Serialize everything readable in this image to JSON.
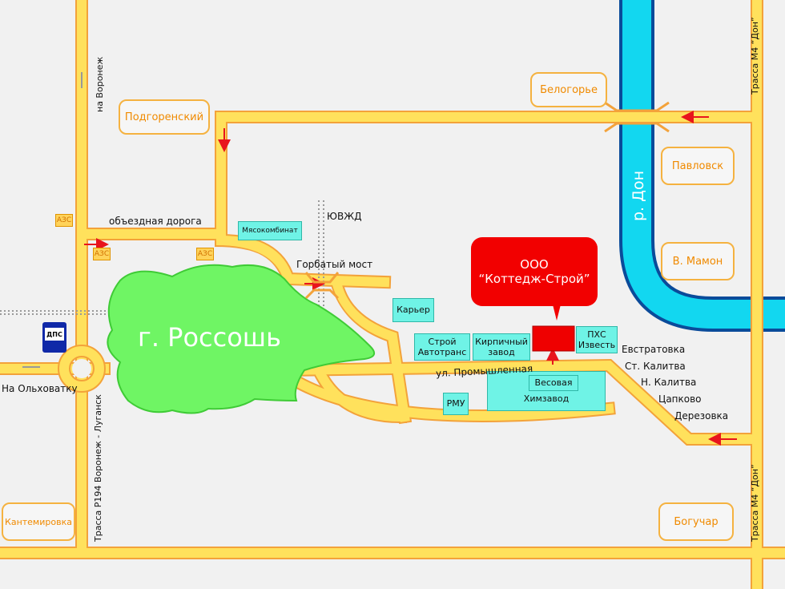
{
  "map": {
    "city": "г. Россошь",
    "company": {
      "line1": "ООО",
      "line2": "“Коттедж-Строй”"
    },
    "towns": {
      "podgorensky": "Подгоренский",
      "belogorye": "Белогорье",
      "pavlovsk": "Павловск",
      "v_mamon": "В. Мамон",
      "kantemirovka": "Кантемировка",
      "boguchar": "Богучар"
    },
    "facilities": {
      "myasokombinat": "Мясокомбинат",
      "karyer": "Карьер",
      "stroy_avtotrans": "Строй\nАвтотранс",
      "kirpichny_zavod": "Кирпичный\nзавод",
      "phs_izvest": "ПХС\nИзвесть",
      "vesovaya": "Весовая",
      "khimzavod": "Химзавод",
      "rmu": "РМУ"
    },
    "labels": {
      "obezdnaya": "объездная дорога",
      "yuvzhd": "ЮВЖД",
      "gorbaty_most": "Горбатый мост",
      "promyshlennaya": "ул. Промышленная",
      "na_olkhovatku": "На Ольховатку",
      "evstratovka": "Евстратовка",
      "st_kalitva": "Ст. Калитва",
      "n_kalitva": "Н. Калитва",
      "tsapkovo": "Цапково",
      "derezovka": "Дерезовка"
    },
    "azs": "АЗС",
    "dps": "ДПС",
    "vertical": {
      "na_voronezh": "на Воронеж",
      "trassa_r194": "Трасса Р194 Воронеж - Луганск",
      "trassa_m4_top": "Трасса М4 “Дон”",
      "trassa_m4_bottom": "Трасса М4 “Дон”",
      "river": "р. Дон"
    }
  }
}
